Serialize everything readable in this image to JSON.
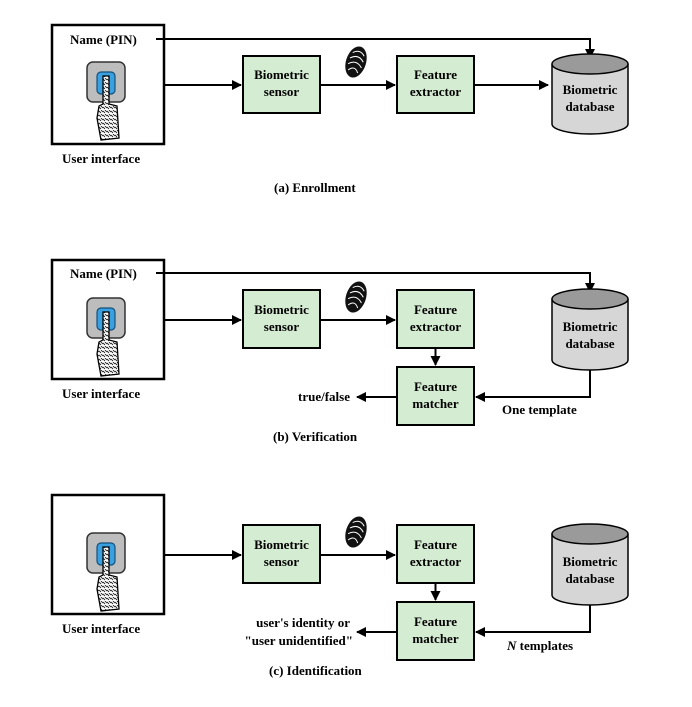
{
  "panels": {
    "enrollment": {
      "caption": "(a) Enrollment",
      "name_pin": "Name (PIN)",
      "user_interface": "User interface",
      "sensor": [
        "Biometric",
        "sensor"
      ],
      "extractor": [
        "Feature",
        "extractor"
      ],
      "database": [
        "Biometric",
        "database"
      ]
    },
    "verification": {
      "caption": "(b) Verification",
      "name_pin": "Name (PIN)",
      "user_interface": "User interface",
      "sensor": [
        "Biometric",
        "sensor"
      ],
      "extractor": [
        "Feature",
        "extractor"
      ],
      "matcher": [
        "Feature",
        "matcher"
      ],
      "database": [
        "Biometric",
        "database"
      ],
      "output": "true/false",
      "template_label": "One template"
    },
    "identification": {
      "caption": "(c) Identification",
      "user_interface": "User interface",
      "sensor": [
        "Biometric",
        "sensor"
      ],
      "extractor": [
        "Feature",
        "extractor"
      ],
      "matcher": [
        "Feature",
        "matcher"
      ],
      "database": [
        "Biometric",
        "database"
      ],
      "output": [
        "user's identity or",
        "\"user unidentified\""
      ],
      "template_label_n": "N",
      "template_label": " templates"
    }
  },
  "colors": {
    "box_fill": "#d4ecd1",
    "db_top": "#9a9a9a",
    "db_body": "#d6d6d6",
    "button_blue": "#3aa0e0",
    "button_frame": "#bdbdbd"
  },
  "icons": {
    "fingerprint": "fingerprint-icon",
    "finger_button": "finger-button-icon",
    "database": "database-cylinder-icon"
  }
}
